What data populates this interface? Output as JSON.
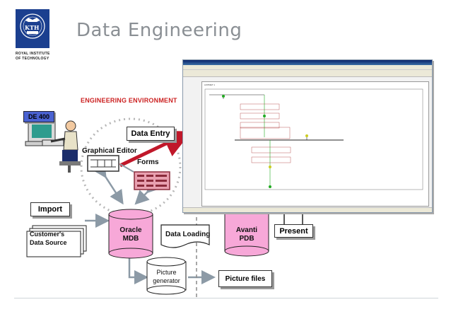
{
  "header": {
    "title": "Data Engineering",
    "logo": {
      "text": "KTH",
      "motto": "VETENSKAP OCH KONST",
      "institute_line1": "ROYAL INSTITUTE",
      "institute_line2": "OF TECHNOLOGY"
    }
  },
  "diagram": {
    "environment_label": "ENGINEERING ENVIRONMENT",
    "workstation_label": "DE 400",
    "data_entry": "Data Entry",
    "graphical_editor": "Graphical  Editor",
    "forms": "Forms",
    "import": "Import",
    "customer_source_line1": "Customer's",
    "customer_source_line2": "Data Source",
    "oracle_line1": "Oracle",
    "oracle_line2": "MDB",
    "data_loading": "Data Loading",
    "avanti_line1": "Avanti",
    "avanti_line2": "PDB",
    "present": "Present",
    "picture_generator_line1": "Picture",
    "picture_generator_line2": "generator",
    "picture_files": "Picture files"
  },
  "screenshot_window": {
    "canvas_label": "LINTRET 1",
    "colors": {
      "accent": "#cc2222",
      "pink_db": "#f7a8d8",
      "brand": "#1b3f8f"
    }
  }
}
